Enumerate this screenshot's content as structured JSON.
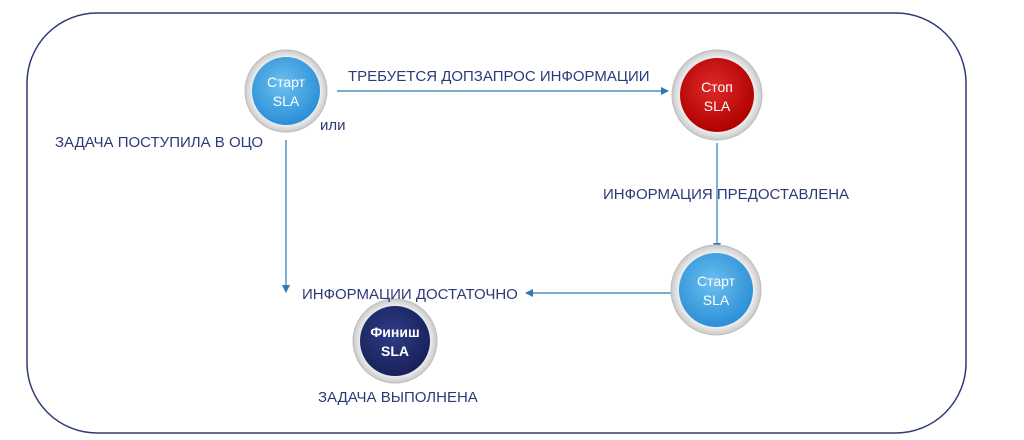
{
  "nodes": {
    "start1": {
      "line1": "Старт",
      "line2": "SLA"
    },
    "stop": {
      "line1": "Стоп",
      "line2": "SLA"
    },
    "start2": {
      "line1": "Старт",
      "line2": "SLA"
    },
    "finish": {
      "line1": "Финиш",
      "line2": "SLA"
    }
  },
  "labels": {
    "task_received": "ЗАДАЧА ПОСТУПИЛА В ОЦО",
    "or": "или",
    "requires_request": "ТРЕБУЕТСЯ ДОПЗАПРОС ИНФОРМАЦИИ",
    "info_provided": "ИНФОРМАЦИЯ ПРЕДОСТАВЛЕНА",
    "info_sufficient": "ИНФОРМАЦИИ ДОСТАТОЧНО",
    "task_completed": "ЗАДАЧА ВЫПОЛНЕНА"
  },
  "colors": {
    "frame": "#2e3a78",
    "arrow": "#2a7ab8",
    "label": "#2e3a78",
    "start": "#3aa0e0",
    "stop": "#c00000",
    "finish": "#1f2a68"
  }
}
